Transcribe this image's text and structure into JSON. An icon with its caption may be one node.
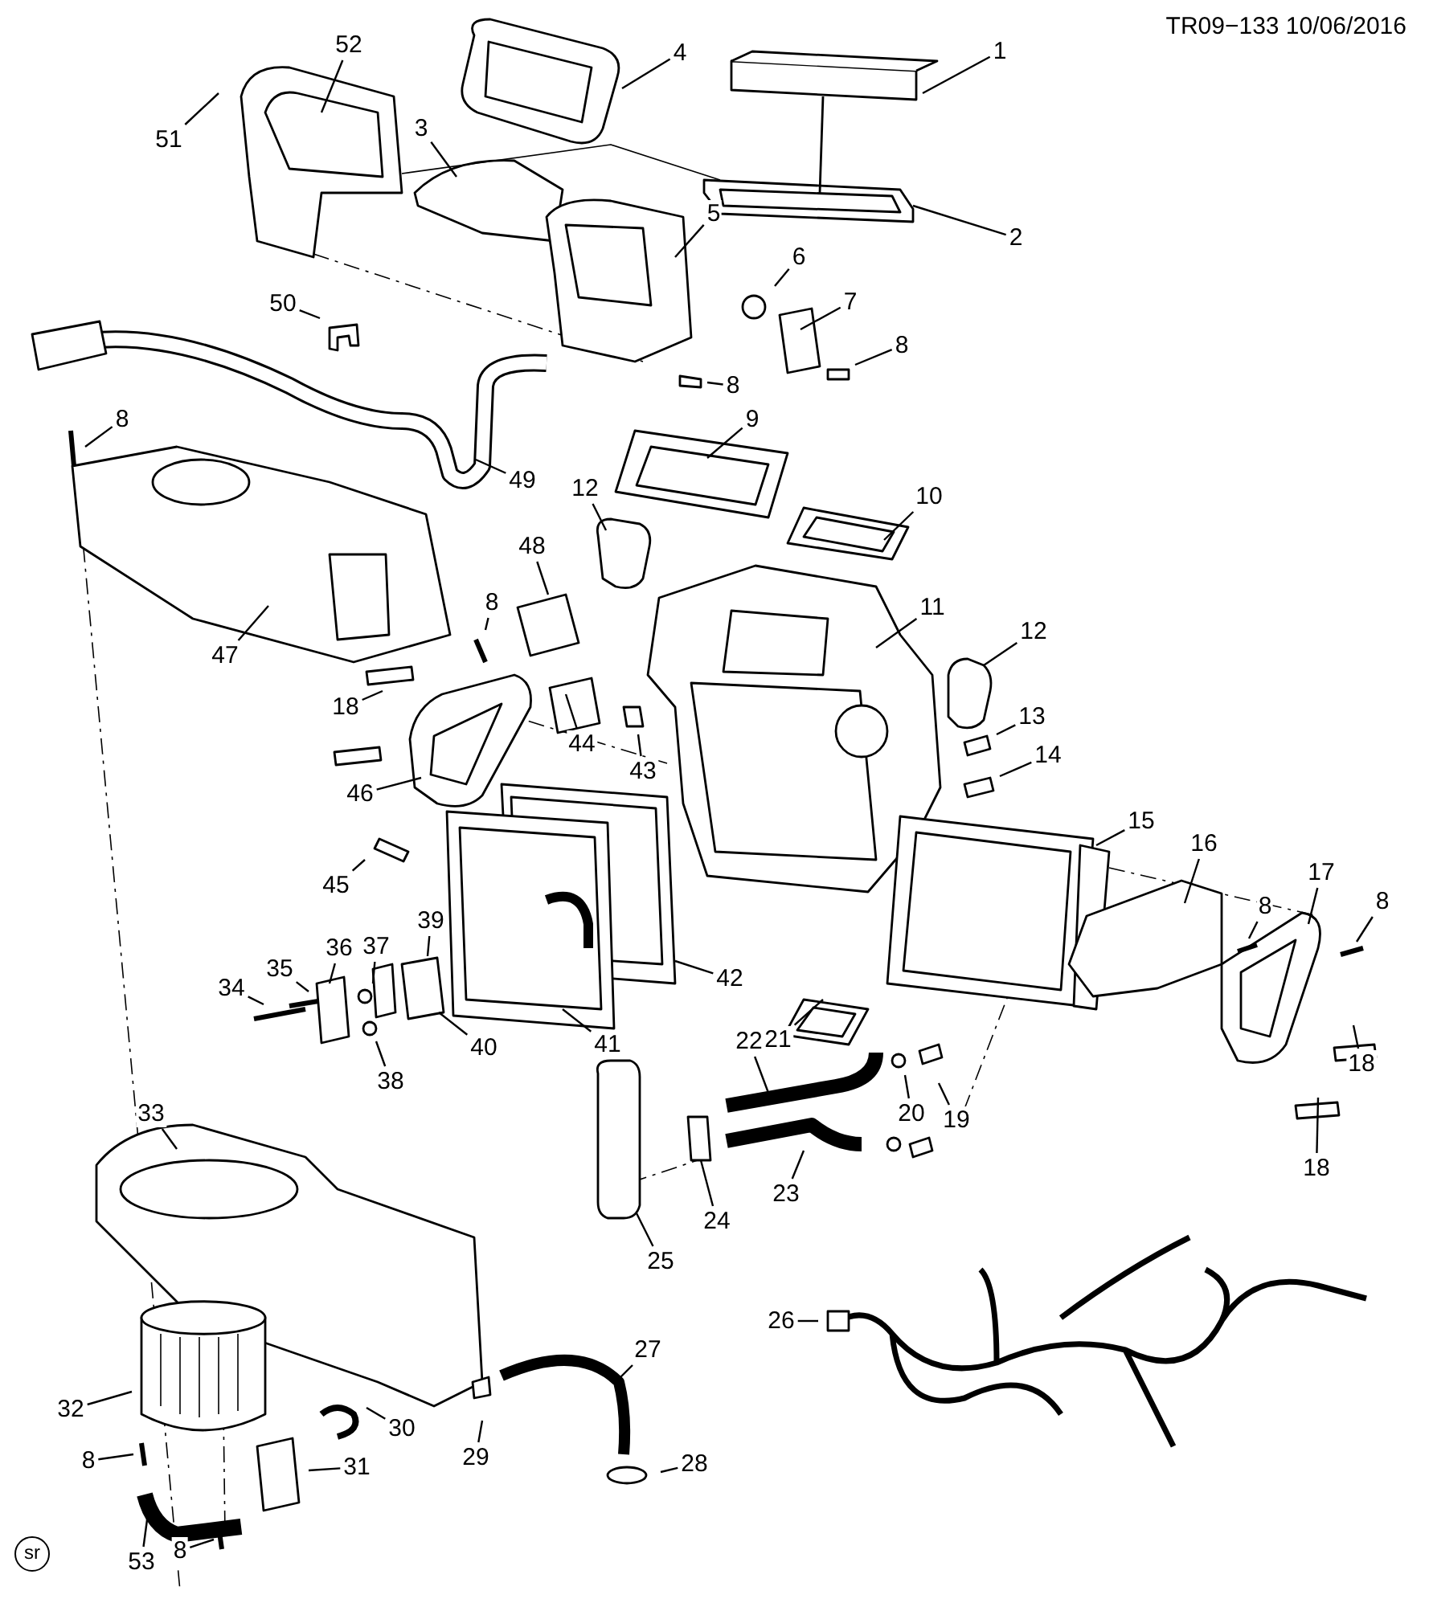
{
  "diagram": {
    "nodes": [
      {
        "text": [
          "1"
        ]
      },
      {
        "text": [
          "52"
        ]
      },
      {
        "text": [
          "4"
        ]
      },
      {
        "text": [
          "51"
        ]
      },
      {
        "text": [
          "3"
        ]
      },
      {
        "text": [
          "2"
        ]
      },
      {
        "text": [
          "5"
        ]
      },
      {
        "text": [
          "6"
        ]
      },
      {
        "text": [
          "7"
        ]
      },
      {
        "text": [
          "8"
        ]
      },
      {
        "text": [
          "50"
        ]
      },
      {
        "text": [
          "8"
        ]
      },
      {
        "text": [
          "8"
        ]
      },
      {
        "text": [
          "9"
        ]
      },
      {
        "text": [
          "49"
        ]
      },
      {
        "text": [
          "12"
        ]
      },
      {
        "text": [
          "10"
        ]
      },
      {
        "text": [
          "48"
        ]
      },
      {
        "text": [
          "8"
        ]
      },
      {
        "text": [
          "11"
        ]
      },
      {
        "text": [
          "47"
        ]
      },
      {
        "text": [
          "12"
        ]
      },
      {
        "text": [
          "18"
        ]
      },
      {
        "text": [
          "13"
        ]
      },
      {
        "text": [
          "44"
        ]
      },
      {
        "text": [
          "43"
        ]
      },
      {
        "text": [
          "14"
        ]
      },
      {
        "text": [
          "46"
        ]
      },
      {
        "text": [
          "15"
        ]
      },
      {
        "text": [
          "16"
        ]
      },
      {
        "text": [
          "45"
        ]
      },
      {
        "text": [
          "17"
        ]
      },
      {
        "text": [
          "8"
        ]
      },
      {
        "text": [
          "8"
        ]
      },
      {
        "text": [
          "39"
        ]
      },
      {
        "text": [
          "36"
        ]
      },
      {
        "text": [
          "37"
        ]
      },
      {
        "text": [
          "35"
        ]
      },
      {
        "text": [
          "34"
        ]
      },
      {
        "text": [
          "42"
        ]
      },
      {
        "text": [
          "40"
        ]
      },
      {
        "text": [
          "41"
        ]
      },
      {
        "text": [
          "38"
        ]
      },
      {
        "text": [
          "21"
        ]
      },
      {
        "text": [
          "22"
        ]
      },
      {
        "text": [
          "20"
        ]
      },
      {
        "text": [
          "19"
        ]
      },
      {
        "text": [
          "18"
        ]
      },
      {
        "text": [
          "33"
        ]
      },
      {
        "text": [
          "23"
        ]
      },
      {
        "text": [
          "18"
        ]
      },
      {
        "text": [
          "24"
        ]
      },
      {
        "text": [
          "25"
        ]
      },
      {
        "text": [
          "26"
        ]
      },
      {
        "text": [
          "27"
        ]
      },
      {
        "text": [
          "32"
        ]
      },
      {
        "text": [
          "30"
        ]
      },
      {
        "text": [
          "31"
        ]
      },
      {
        "text": [
          "29"
        ]
      },
      {
        "text": [
          "28"
        ]
      },
      {
        "text": [
          "8"
        ]
      },
      {
        "text": [
          "53"
        ]
      },
      {
        "text": [
          "8"
        ]
      },
      {
        "text": [
          "sr"
        ]
      }
    ],
    "edges": [
      {
        "from": 0,
        "to": null,
        "arrow": "none"
      },
      {
        "from": 1,
        "to": null,
        "arrow": "none"
      },
      {
        "from": 2,
        "to": null,
        "arrow": "none"
      },
      {
        "from": 3,
        "to": null,
        "arrow": "none"
      },
      {
        "from": 4,
        "to": null,
        "arrow": "none"
      },
      {
        "from": 5,
        "to": null,
        "arrow": "none"
      },
      {
        "from": 6,
        "to": null,
        "arrow": "none"
      },
      {
        "from": 7,
        "to": null,
        "arrow": "none"
      },
      {
        "from": 8,
        "to": null,
        "arrow": "none"
      },
      {
        "from": 9,
        "to": null,
        "arrow": "none"
      },
      {
        "from": 10,
        "to": null,
        "arrow": "none"
      },
      {
        "from": 11,
        "to": null,
        "arrow": "none"
      },
      {
        "from": 12,
        "to": null,
        "arrow": "none"
      },
      {
        "from": 13,
        "to": null,
        "arrow": "none"
      },
      {
        "from": 14,
        "to": null,
        "arrow": "none"
      },
      {
        "from": 15,
        "to": null,
        "arrow": "none"
      },
      {
        "from": 16,
        "to": null,
        "arrow": "none"
      },
      {
        "from": 17,
        "to": null,
        "arrow": "none"
      },
      {
        "from": 18,
        "to": null,
        "arrow": "none"
      },
      {
        "from": 19,
        "to": null,
        "arrow": "none"
      },
      {
        "from": 20,
        "to": null,
        "arrow": "none"
      },
      {
        "from": 21,
        "to": null,
        "arrow": "none"
      },
      {
        "from": 22,
        "to": null,
        "arrow": "none"
      },
      {
        "from": 23,
        "to": null,
        "arrow": "none"
      },
      {
        "from": 24,
        "to": null,
        "arrow": "none"
      },
      {
        "from": 25,
        "to": null,
        "arrow": "none"
      },
      {
        "from": 26,
        "to": null,
        "arrow": "none"
      },
      {
        "from": 27,
        "to": null,
        "arrow": "none"
      },
      {
        "from": 28,
        "to": null,
        "arrow": "none"
      },
      {
        "from": 29,
        "to": null,
        "arrow": "none"
      },
      {
        "from": 30,
        "to": null,
        "arrow": "none"
      },
      {
        "from": 31,
        "to": null,
        "arrow": "none"
      },
      {
        "from": 32,
        "to": null,
        "arrow": "none"
      },
      {
        "from": 33,
        "to": null,
        "arrow": "none"
      },
      {
        "from": 34,
        "to": null,
        "arrow": "none"
      },
      {
        "from": 35,
        "to": null,
        "arrow": "none"
      },
      {
        "from": 36,
        "to": null,
        "arrow": "none"
      },
      {
        "from": 37,
        "to": null,
        "arrow": "none"
      },
      {
        "from": 38,
        "to": null,
        "arrow": "none"
      },
      {
        "from": 39,
        "to": null,
        "arrow": "none"
      },
      {
        "from": 40,
        "to": null,
        "arrow": "none"
      },
      {
        "from": 41,
        "to": null,
        "arrow": "none"
      },
      {
        "from": 42,
        "to": null,
        "arrow": "none"
      },
      {
        "from": 43,
        "to": null,
        "arrow": "none"
      },
      {
        "from": 44,
        "to": null,
        "arrow": "none"
      },
      {
        "from": 45,
        "to": null,
        "arrow": "none"
      },
      {
        "from": 46,
        "to": null,
        "arrow": "none"
      },
      {
        "from": 47,
        "to": null,
        "arrow": "none"
      },
      {
        "from": 48,
        "to": null,
        "arrow": "none"
      },
      {
        "from": 49,
        "to": null,
        "arrow": "none"
      },
      {
        "from": 50,
        "to": null,
        "arrow": "none"
      },
      {
        "from": 51,
        "to": null,
        "arrow": "none"
      },
      {
        "from": 52,
        "to": null,
        "arrow": "none"
      },
      {
        "from": 53,
        "to": null,
        "arrow": "none"
      },
      {
        "from": 54,
        "to": null,
        "arrow": "none"
      },
      {
        "from": 55,
        "to": null,
        "arrow": "none"
      },
      {
        "from": 56,
        "to": null,
        "arrow": "none"
      },
      {
        "from": 57,
        "to": null,
        "arrow": "none"
      },
      {
        "from": 58,
        "to": null,
        "arrow": "none"
      },
      {
        "from": 59,
        "to": null,
        "arrow": "none"
      },
      {
        "from": 60,
        "to": null,
        "arrow": "none"
      },
      {
        "from": 61,
        "to": null,
        "arrow": "none"
      },
      {
        "from": 62,
        "to": null,
        "arrow": "none"
      }
    ],
    "labels": [
      "TR09−133 10/06/2016"
    ]
  }
}
